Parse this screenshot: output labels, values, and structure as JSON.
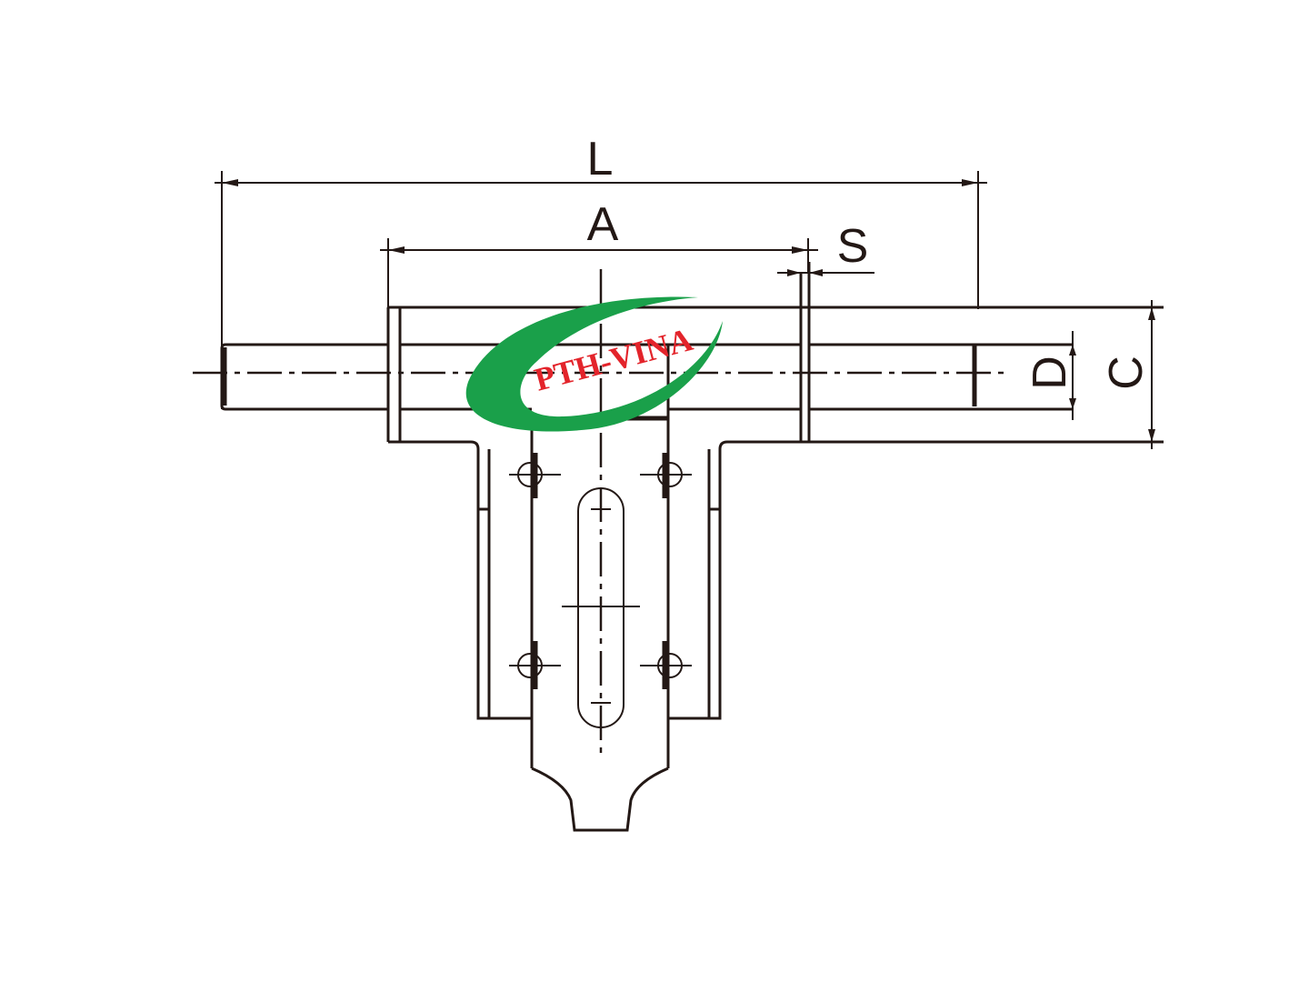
{
  "drawing": {
    "type": "technical-drawing",
    "subject": "T-shaped bracket with rod / clamp",
    "line_color": "#231815",
    "background": "#ffffff"
  },
  "dimensions": {
    "L": "L",
    "A": "A",
    "S": "S",
    "D": "D",
    "C": "C"
  },
  "logo": {
    "text": "PTH-VINA",
    "swoosh_color": "#1aa04a",
    "text_color": "#e3242b"
  }
}
